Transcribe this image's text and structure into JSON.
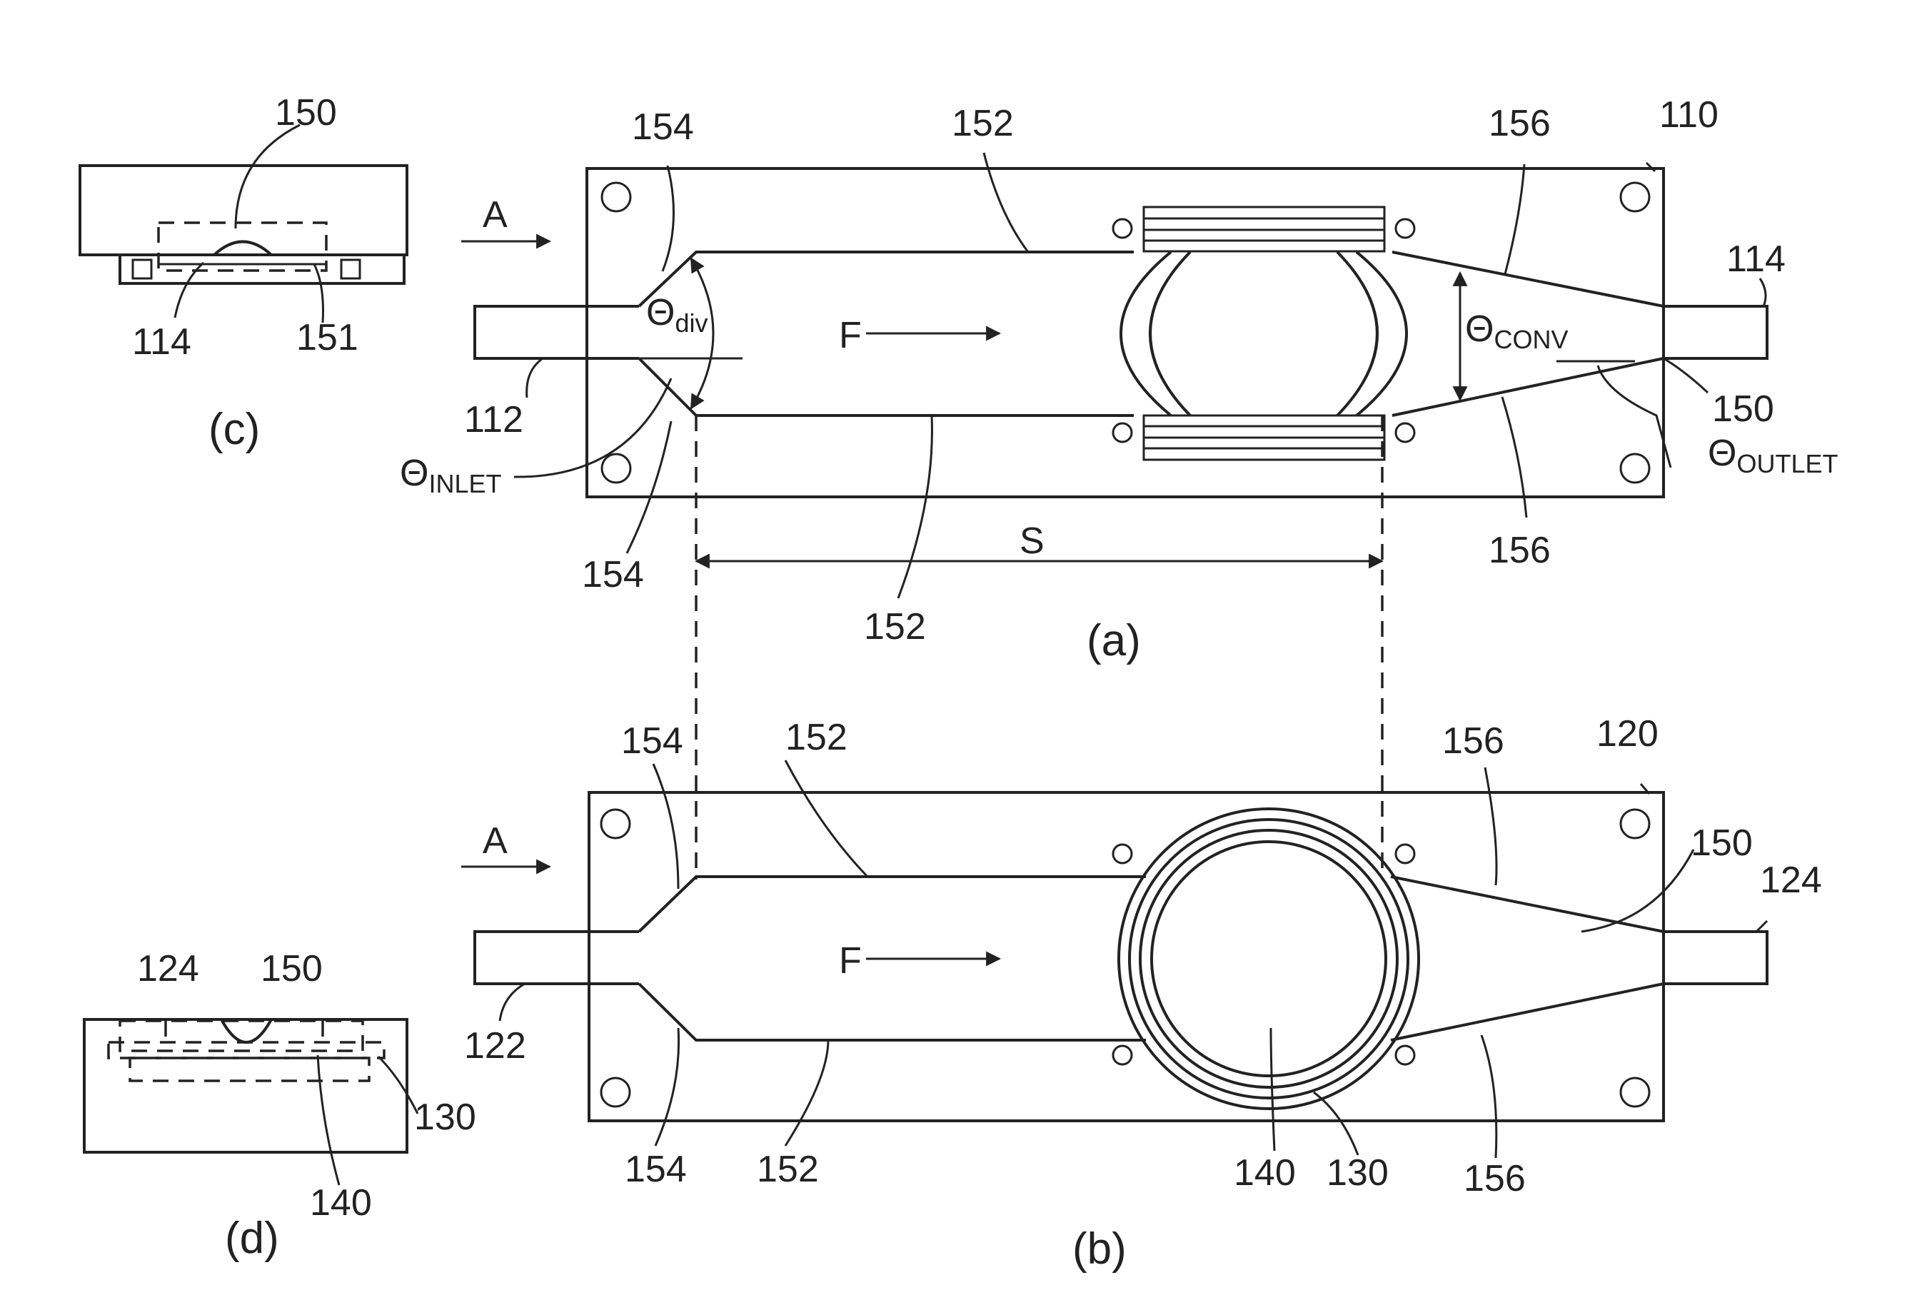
{
  "labels": {
    "n110": "110",
    "n112": "112",
    "n114_a": "114",
    "n150_a": "150",
    "n152_a_top": "152",
    "n152_a_bot": "152",
    "n154_a_top": "154",
    "n154_a_bot": "154",
    "n156_a_top": "156",
    "n156_a_bot": "156",
    "arrow_a_a": "A",
    "flow_a": "F",
    "span_s": "S",
    "theta_div": "Θ",
    "theta_div_sub": "div",
    "theta_conv": "Θ",
    "theta_conv_sub": "CONV",
    "theta_inlet": "Θ",
    "theta_inlet_sub": "INLET",
    "theta_outlet": "Θ",
    "theta_outlet_sub": "OUTLET",
    "n120": "120",
    "n122": "122",
    "n124_b": "124",
    "n150_b": "150",
    "n152_b_top": "152",
    "n152_b_bot": "152",
    "n154_b_top": "154",
    "n154_b_bot": "154",
    "n156_b_top": "156",
    "n156_b_bot": "156",
    "n140_b": "140",
    "n130_b": "130",
    "arrow_a_b": "A",
    "flow_b": "F",
    "n150_c": "150",
    "n114_c": "114",
    "n151_c": "151",
    "n124_d": "124",
    "n150_d": "150",
    "n130_d": "130",
    "n140_d": "140"
  },
  "captions": {
    "a": "(a)",
    "b": "(b)",
    "c": "(c)",
    "d": "(d)"
  }
}
